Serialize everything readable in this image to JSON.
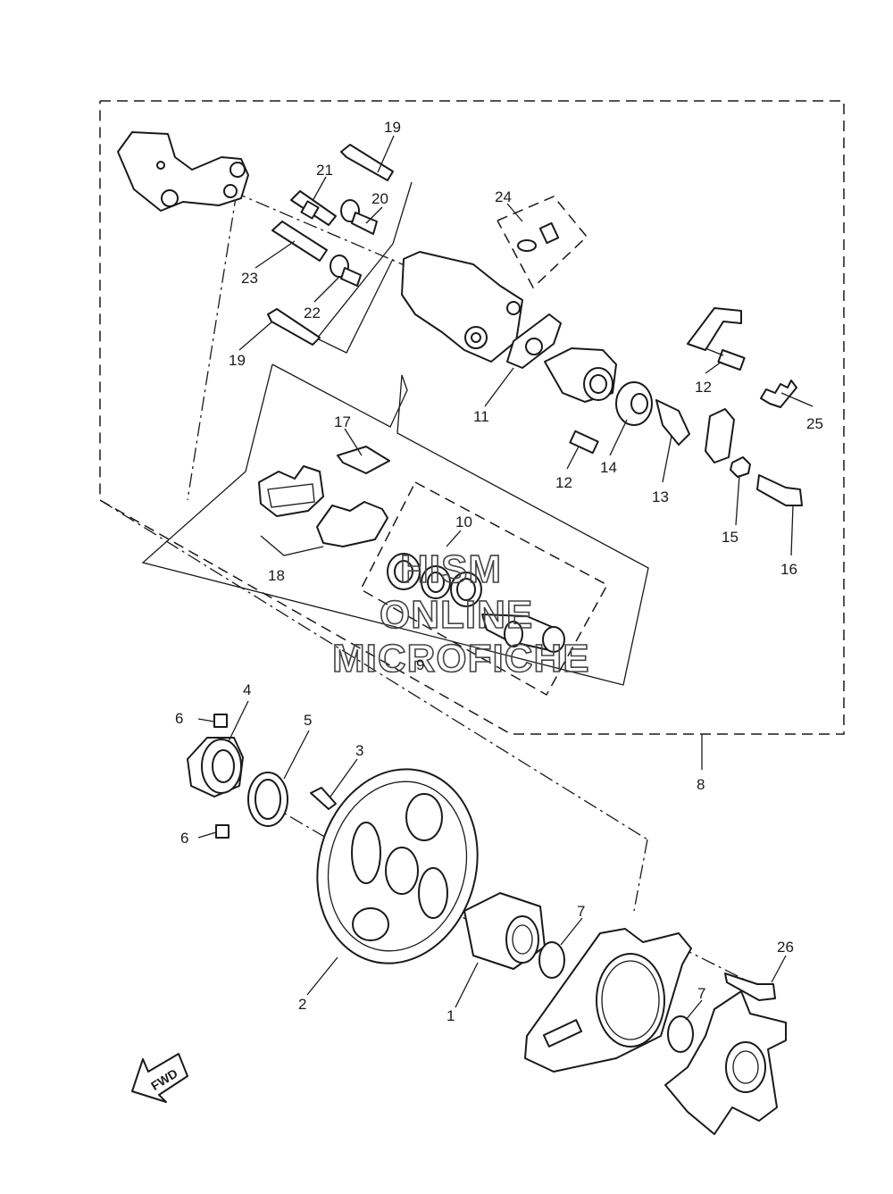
{
  "diagram": {
    "callouts": [
      {
        "id": "c19a",
        "text": "19"
      },
      {
        "id": "c21",
        "text": "21"
      },
      {
        "id": "c20",
        "text": "20"
      },
      {
        "id": "c24",
        "text": "24"
      },
      {
        "id": "c23",
        "text": "23"
      },
      {
        "id": "c22",
        "text": "22"
      },
      {
        "id": "c19b",
        "text": "19"
      },
      {
        "id": "c11",
        "text": "11"
      },
      {
        "id": "c12a",
        "text": "12"
      },
      {
        "id": "c25",
        "text": "25"
      },
      {
        "id": "c17",
        "text": "17"
      },
      {
        "id": "c12b",
        "text": "12"
      },
      {
        "id": "c14",
        "text": "14"
      },
      {
        "id": "c13",
        "text": "13"
      },
      {
        "id": "c15",
        "text": "15"
      },
      {
        "id": "c16",
        "text": "16"
      },
      {
        "id": "c10",
        "text": "10"
      },
      {
        "id": "c18",
        "text": "18"
      },
      {
        "id": "c9",
        "text": "9"
      },
      {
        "id": "c8",
        "text": "8"
      },
      {
        "id": "c4",
        "text": "4"
      },
      {
        "id": "c6a",
        "text": "6"
      },
      {
        "id": "c5",
        "text": "5"
      },
      {
        "id": "c3",
        "text": "3"
      },
      {
        "id": "c6b",
        "text": "6"
      },
      {
        "id": "c7a",
        "text": "7"
      },
      {
        "id": "c26",
        "text": "26"
      },
      {
        "id": "c7b",
        "text": "7"
      },
      {
        "id": "c2",
        "text": "2"
      },
      {
        "id": "c1",
        "text": "1"
      }
    ],
    "watermark": [
      "HISM",
      "ONLINE",
      "MICROFICHE"
    ],
    "fwd_label": "FWD"
  }
}
